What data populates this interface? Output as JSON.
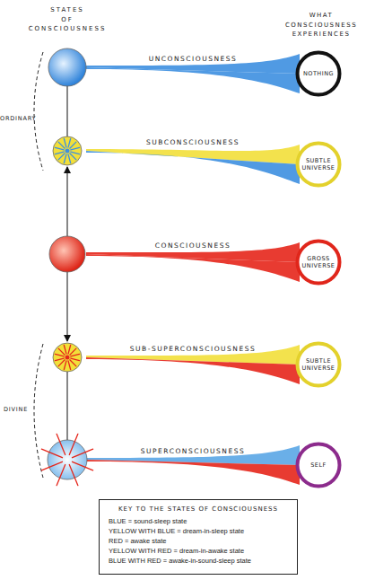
{
  "diagram": {
    "nodes": [
      {
        "text": [
          "NOTHING"
        ]
      },
      {
        "text": [
          "SUBTLE UNIVERSE"
        ]
      },
      {
        "text": [
          "GROSS UNIVERSE"
        ]
      },
      {
        "text": [
          "SUBTLE UNIVERSE"
        ]
      },
      {
        "text": [
          "SELF"
        ]
      },
      {
        "text": [
          "KEY TO THE STATES OF CONSCIOUSNESS",
          "BLUE = sound-sleep state",
          "YELLOW WITH BLUE = dream-in-sleep state",
          "RED = awake state",
          "YELLOW WITH RED = dream-in-awake state",
          "BLUE WITH RED = awake-in-sound-sleep state"
        ]
      }
    ],
    "labels": [
      "STATES OF CONSCIOUSNESS",
      "WHAT CONSCIOUSNESS EXPERIENCES",
      "ORDINARY",
      "UNCONSCIOUSNESS",
      "SUBCONSCIOUSNESS",
      "CONSCIOUSNESS",
      "SUB-SUPERCONSCIOUSNESS",
      "SUPERCONSCIOUSNESS",
      "DIVINE"
    ]
  }
}
